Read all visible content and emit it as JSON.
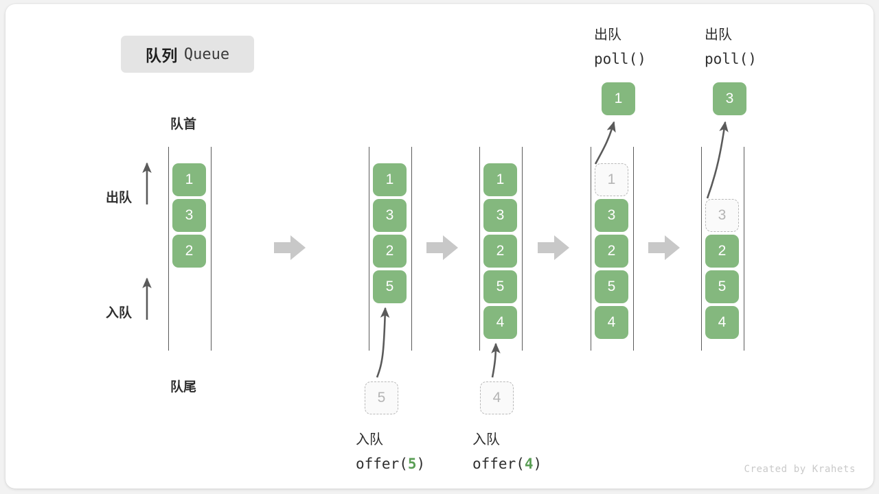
{
  "title": {
    "cn": "队列",
    "en": "Queue"
  },
  "labels": {
    "head": "队首",
    "tail": "队尾",
    "dequeue_arrow": "出队",
    "enqueue_arrow": "入队"
  },
  "watermark": "Created by Krahets",
  "colors": {
    "element_fill": "#84b87e",
    "element_text": "#ffffff",
    "ghost_border": "#b9b9b9",
    "ghost_text": "#b4b4b4",
    "rail": "#5a5a5a",
    "step_arrow": "#c8c8c8",
    "accent_green": "#5a9e55",
    "chip_bg": "#e4e4e4"
  },
  "columns": [
    {
      "id": "initial",
      "caption_top_cn": "",
      "caption_top_code": "",
      "caption_bottom_cn": "",
      "caption_bottom_code": "",
      "slots": [
        {
          "value": "1",
          "state": "filled"
        },
        {
          "value": "3",
          "state": "filled"
        },
        {
          "value": "2",
          "state": "filled"
        }
      ],
      "popped": null,
      "pending": null
    },
    {
      "id": "offer-5",
      "caption_top_cn": "",
      "caption_top_code": "",
      "caption_bottom_cn": "入队",
      "caption_bottom_code": "offer(5)",
      "caption_bottom_arg": "5",
      "slots": [
        {
          "value": "1",
          "state": "filled"
        },
        {
          "value": "3",
          "state": "filled"
        },
        {
          "value": "2",
          "state": "filled"
        },
        {
          "value": "5",
          "state": "filled"
        }
      ],
      "popped": null,
      "pending": {
        "value": "5"
      }
    },
    {
      "id": "offer-4",
      "caption_top_cn": "",
      "caption_top_code": "",
      "caption_bottom_cn": "入队",
      "caption_bottom_code": "offer(4)",
      "caption_bottom_arg": "4",
      "slots": [
        {
          "value": "1",
          "state": "filled"
        },
        {
          "value": "3",
          "state": "filled"
        },
        {
          "value": "2",
          "state": "filled"
        },
        {
          "value": "5",
          "state": "filled"
        },
        {
          "value": "4",
          "state": "filled"
        }
      ],
      "popped": null,
      "pending": {
        "value": "4"
      }
    },
    {
      "id": "poll-1",
      "caption_top_cn": "出队",
      "caption_top_code": "poll()",
      "caption_bottom_cn": "",
      "caption_bottom_code": "",
      "slots": [
        {
          "value": "1",
          "state": "ghost"
        },
        {
          "value": "3",
          "state": "filled"
        },
        {
          "value": "2",
          "state": "filled"
        },
        {
          "value": "5",
          "state": "filled"
        },
        {
          "value": "4",
          "state": "filled"
        }
      ],
      "popped": {
        "value": "1"
      },
      "pending": null
    },
    {
      "id": "poll-3",
      "caption_top_cn": "出队",
      "caption_top_code": "poll()",
      "caption_bottom_cn": "",
      "caption_bottom_code": "",
      "slots": [
        {
          "value": "",
          "state": "empty"
        },
        {
          "value": "3",
          "state": "ghost"
        },
        {
          "value": "2",
          "state": "filled"
        },
        {
          "value": "5",
          "state": "filled"
        },
        {
          "value": "4",
          "state": "filled"
        }
      ],
      "popped": {
        "value": "3"
      },
      "pending": null
    }
  ]
}
